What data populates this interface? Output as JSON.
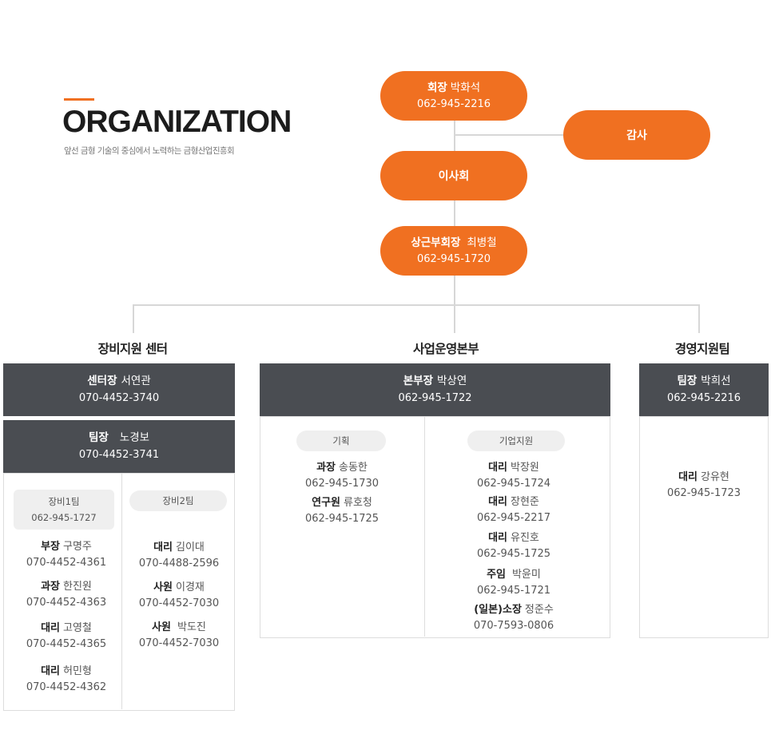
{
  "header": {
    "title": "ORGANIZATION",
    "subtitle": "앞선 금형 기술의 중심에서 노력하는 금형산업진흥회"
  },
  "top": {
    "chairman": {
      "role": "회장",
      "name": "박화석",
      "phone": "062-945-2216"
    },
    "auditor": "감사",
    "board": "이사회",
    "vice": {
      "role": "상근부회장",
      "name": "최병철",
      "phone": "062-945-1720"
    }
  },
  "departments": {
    "equipment": {
      "title": "장비지원 센터",
      "head": {
        "role": "센터장",
        "name": "서연관",
        "phone": "070-4452-3740"
      },
      "lead": {
        "role": "팀장",
        "name": "노경보",
        "phone": "070-4452-3741"
      },
      "team1": {
        "label": "장비1팀",
        "phone": "062-945-1727",
        "members": [
          {
            "role": "부장",
            "name": "구명주",
            "phone": "070-4452-4361"
          },
          {
            "role": "과장",
            "name": "한진원",
            "phone": "070-4452-4363"
          },
          {
            "role": "대리",
            "name": "고영철",
            "phone": "070-4452-4365"
          },
          {
            "role": "대리",
            "name": "허민형",
            "phone": "070-4452-4362"
          }
        ]
      },
      "team2": {
        "label": "장비2팀",
        "members": [
          {
            "role": "대리",
            "name": "김이대",
            "phone": "070-4488-2596"
          },
          {
            "role": "사원",
            "name": "이경재",
            "phone": "070-4452-7030"
          },
          {
            "role": "사원",
            "name": "박도진",
            "phone": "070-4452-7030"
          }
        ]
      }
    },
    "business": {
      "title": "사업운영본부",
      "head": {
        "role": "본부장",
        "name": "박상연",
        "phone": "062-945-1722"
      },
      "planning": {
        "label": "기획",
        "members": [
          {
            "role": "과장",
            "name": "송동한",
            "phone": "062-945-1730"
          },
          {
            "role": "연구원",
            "name": "류호청",
            "phone": "062-945-1725"
          }
        ]
      },
      "support": {
        "label": "기업지원",
        "members": [
          {
            "role": "대리",
            "name": "박장원",
            "phone": "062-945-1724"
          },
          {
            "role": "대리",
            "name": "장현준",
            "phone": "062-945-2217"
          },
          {
            "role": "대리",
            "name": "유진호",
            "phone": "062-945-1725"
          },
          {
            "role": "주임",
            "name": "박윤미",
            "phone": "062-945-1721"
          },
          {
            "role": "(일본)소장",
            "name": "정준수",
            "phone": "070-7593-0806"
          }
        ]
      }
    },
    "management": {
      "title": "경영지원팀",
      "head": {
        "role": "팀장",
        "name": "박희선",
        "phone": "062-945-2216"
      },
      "members": [
        {
          "role": "대리",
          "name": "강유현",
          "phone": "062-945-1723"
        }
      ]
    }
  },
  "colors": {
    "accent": "#f07021",
    "dark": "#4a4d52",
    "line": "#d7d7d7"
  }
}
